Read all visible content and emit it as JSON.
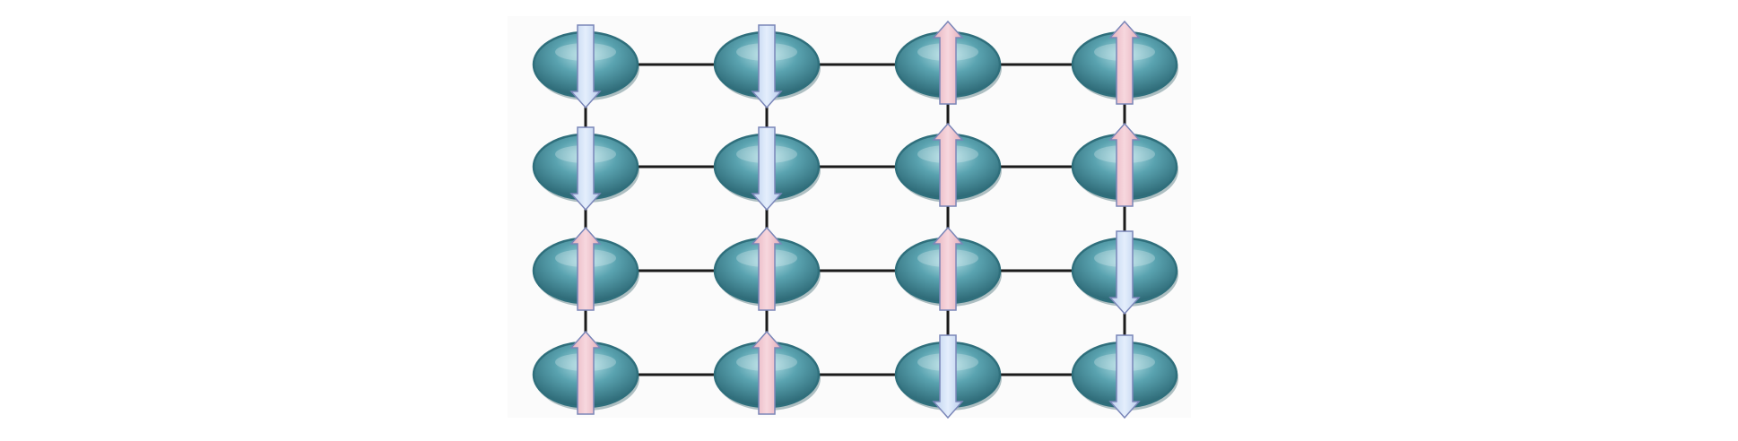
{
  "lattice": {
    "rows": 4,
    "cols": 4,
    "spins": [
      [
        "down",
        "down",
        "up",
        "up"
      ],
      [
        "down",
        "down",
        "up",
        "up"
      ],
      [
        "up",
        "up",
        "up",
        "down"
      ],
      [
        "up",
        "up",
        "down",
        "down"
      ]
    ]
  },
  "colors": {
    "background_panel": "#fafafa",
    "bond": "#1a1a1a",
    "site_dark": "#2f6f7c",
    "site_mid": "#4f98a5",
    "site_light": "#9fd3dc",
    "spin_up_fill": "#f0c6cf",
    "spin_down_fill": "#cfe0f7",
    "arrow_stroke": "#7a86b8"
  },
  "icons": {
    "site": "ellipse-atom",
    "spin_up": "arrow-up-icon",
    "spin_down": "arrow-down-icon"
  }
}
